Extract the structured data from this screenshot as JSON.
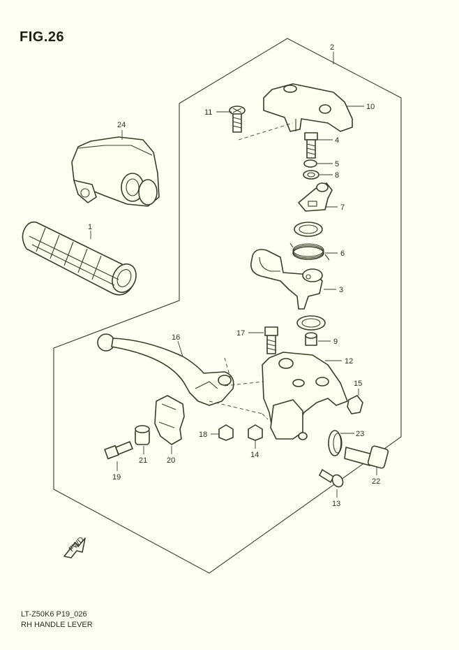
{
  "figure": {
    "title": "FIG.26"
  },
  "caption": {
    "code": "LT-Z50K6 P19_026",
    "name": "RH HANDLE LEVER"
  },
  "direction_marker": {
    "label": "FWD"
  },
  "parts": [
    {
      "ref": "1"
    },
    {
      "ref": "2"
    },
    {
      "ref": "3"
    },
    {
      "ref": "4"
    },
    {
      "ref": "5"
    },
    {
      "ref": "6"
    },
    {
      "ref": "7"
    },
    {
      "ref": "8"
    },
    {
      "ref": "9"
    },
    {
      "ref": "10"
    },
    {
      "ref": "11"
    },
    {
      "ref": "12"
    },
    {
      "ref": "13"
    },
    {
      "ref": "14"
    },
    {
      "ref": "15"
    },
    {
      "ref": "16"
    },
    {
      "ref": "17"
    },
    {
      "ref": "18"
    },
    {
      "ref": "19"
    },
    {
      "ref": "20"
    },
    {
      "ref": "21"
    },
    {
      "ref": "22"
    },
    {
      "ref": "23"
    },
    {
      "ref": "24"
    }
  ]
}
